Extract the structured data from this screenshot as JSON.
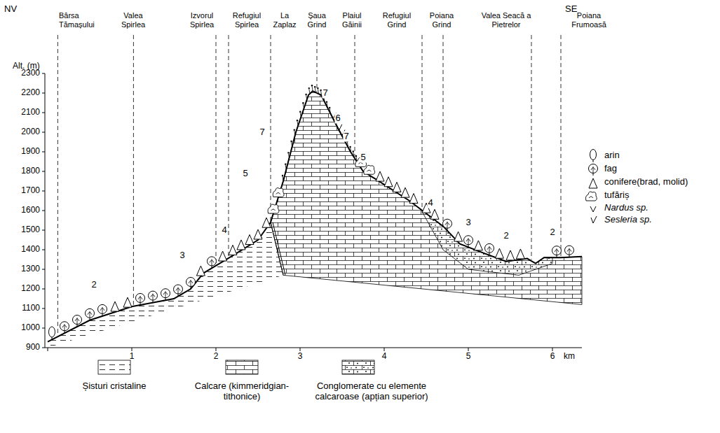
{
  "diagram": {
    "labels": [
      "NV",
      "SE",
      "Bârsa Tămașului",
      "Valea Spirlea",
      "Izvorul Spirlea",
      "Refugiul Spirlea",
      "La Zaplaz",
      "Șaua Grind",
      "Plaiul Găinii",
      "Refugiul Grind",
      "Poiana Grind",
      "Valea Seacă a Pietrelor",
      "Poiana Frumoasă",
      "Alt. (m)",
      "2300",
      "2200",
      "2100",
      "2000",
      "1900",
      "1800",
      "1700",
      "1600",
      "1500",
      "1400",
      "1300",
      "1200",
      "1100",
      "1000",
      "900",
      "1",
      "2",
      "3",
      "4",
      "5",
      "6",
      "km",
      "2",
      "3",
      "4",
      "5",
      "7",
      "7",
      "6",
      "7",
      "5",
      "4",
      "3",
      "2",
      "2"
    ],
    "legend": [
      {
        "text": "arin"
      },
      {
        "text": "fag"
      },
      {
        "text": "conifere(brad, molid)"
      },
      {
        "text": "tufăriș"
      },
      {
        "text": "Nardus sp."
      },
      {
        "text": "Sesleria sp."
      },
      {
        "text": "Șisturi cristaline"
      },
      {
        "text": "Calcare (kimmeridgian-tithonice)"
      },
      {
        "text": "Conglomerate cu elemente calcaroase (apțian superior)"
      }
    ]
  }
}
